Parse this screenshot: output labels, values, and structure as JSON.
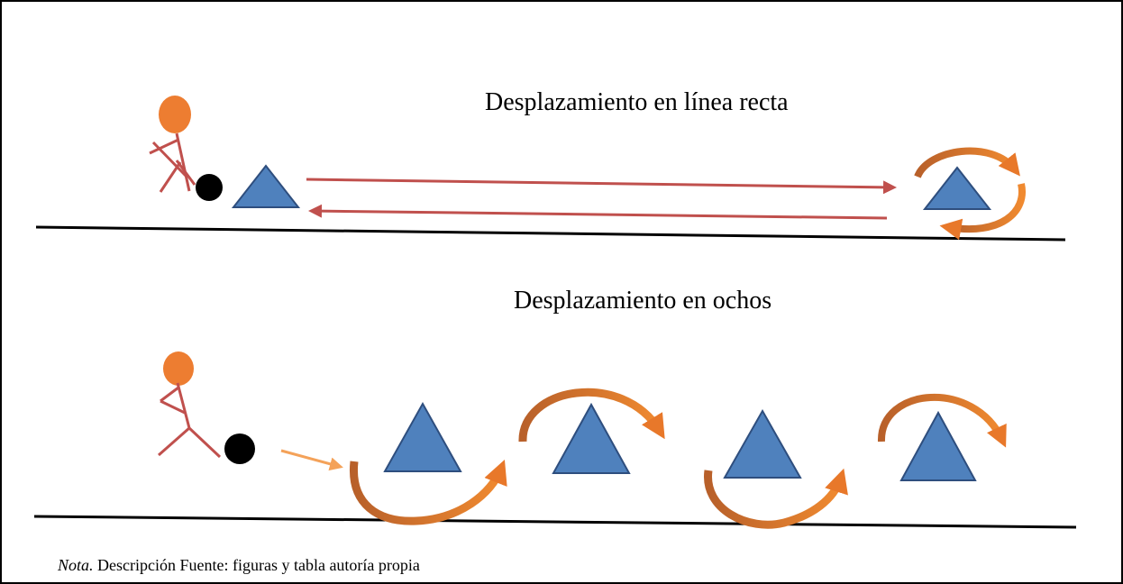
{
  "diagram": {
    "section_top": {
      "title": "Desplazamiento en línea recta"
    },
    "section_bottom": {
      "title": "Desplazamiento en ochos"
    },
    "note": {
      "label": "Nota.",
      "text": " Descripción Fuente: figuras y tabla autoría propia"
    }
  },
  "colors": {
    "head": "#ED7D31",
    "body": "#C0504D",
    "ball": "#000000",
    "cone_fill": "#4F81BD",
    "cone_stroke": "#2E4E7E",
    "straight_arrow": "#C0504D",
    "curved_arrow": "#E07A2E",
    "small_arrow": "#F4A259",
    "ground": "#000000"
  }
}
